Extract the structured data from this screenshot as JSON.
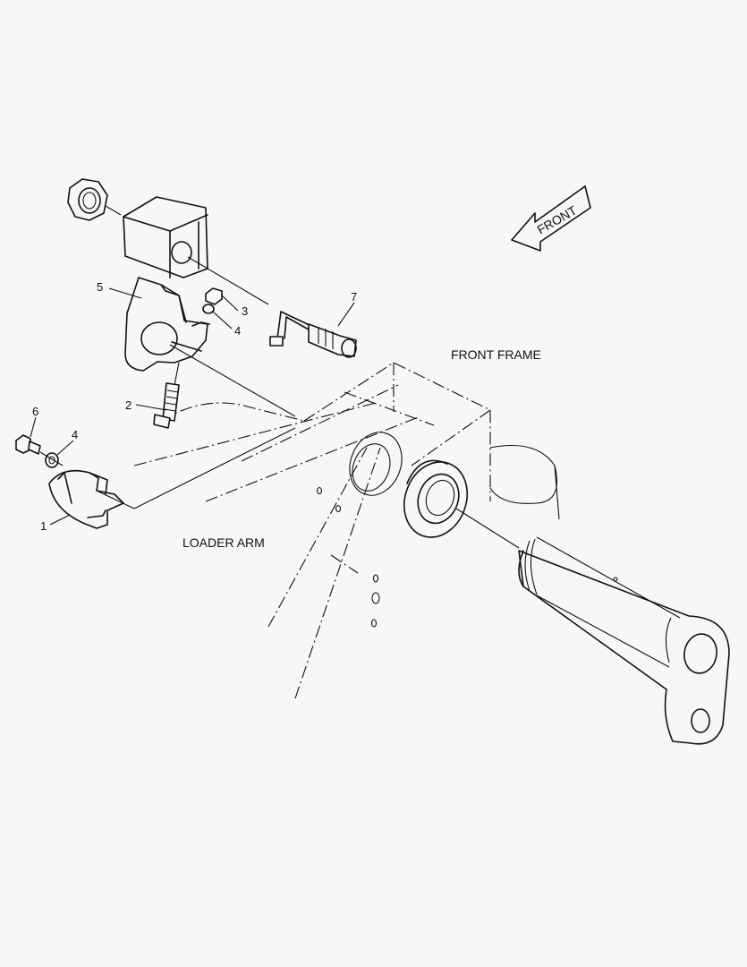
{
  "diagram": {
    "arrow_text": "FRONT",
    "front_frame_label": "FRONT FRAME",
    "loader_arm_label": "LOADER ARM",
    "callouts": {
      "c1": "1",
      "c2": "2",
      "c3": "3",
      "c4a": "4",
      "c4b": "4",
      "c5": "5",
      "c6": "6",
      "c7": "7"
    }
  }
}
